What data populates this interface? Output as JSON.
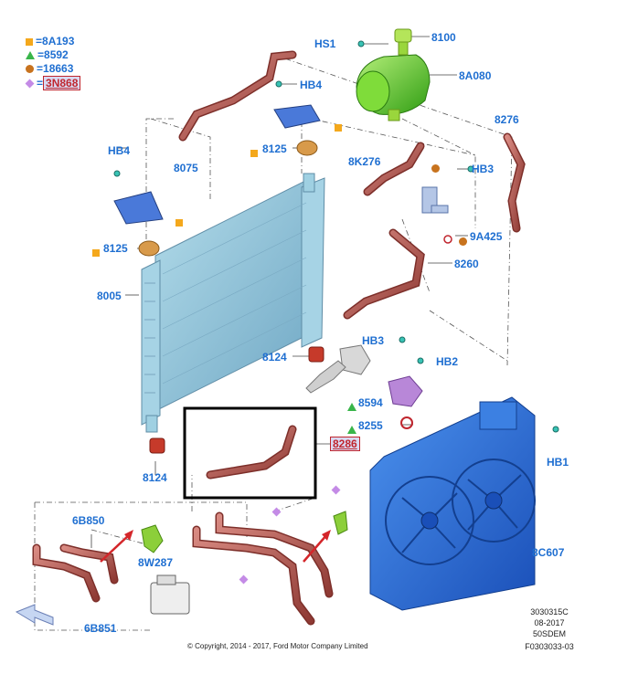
{
  "legend": {
    "square": "8A193",
    "triangle": "8592",
    "circle": "18663",
    "diamond": "3N868",
    "equals": "="
  },
  "labels": {
    "hs1": "HS1",
    "p8100": "8100",
    "p8a080": "8A080",
    "hb4_top": "HB4",
    "p8075": "8075",
    "p8125_top": "8125",
    "p8276": "8276",
    "p8k276": "8K276",
    "hb3_top": "HB3",
    "hb4_left": "HB4",
    "p9a425": "9A425",
    "p8125_left": "8125",
    "p8260": "8260",
    "p8005": "8005",
    "p8124_top": "8124",
    "hb3_mid": "HB3",
    "hb2": "HB2",
    "p8594": "8594",
    "p8255": "8255",
    "p8286": "8286",
    "hb1": "HB1",
    "p8124_bottom": "8124",
    "p6b850": "6B850",
    "p8w287": "8W287",
    "p8c607": "8C607",
    "p6b851": "6B851"
  },
  "meta": {
    "line1": "3030315C",
    "line2": "08-2017",
    "line3": "50SDEM",
    "line4": "F0303033-03"
  },
  "copyright": "© Copyright, 2014 - 2017, Ford Motor Company Limited",
  "colors": {
    "label": "#1f6fd1",
    "hose": "#b5504a",
    "radiator": "#8fc3dc",
    "fan": "#2a6fd6",
    "reservoir": "#5ccf2a",
    "highlight": "#c0262e"
  }
}
